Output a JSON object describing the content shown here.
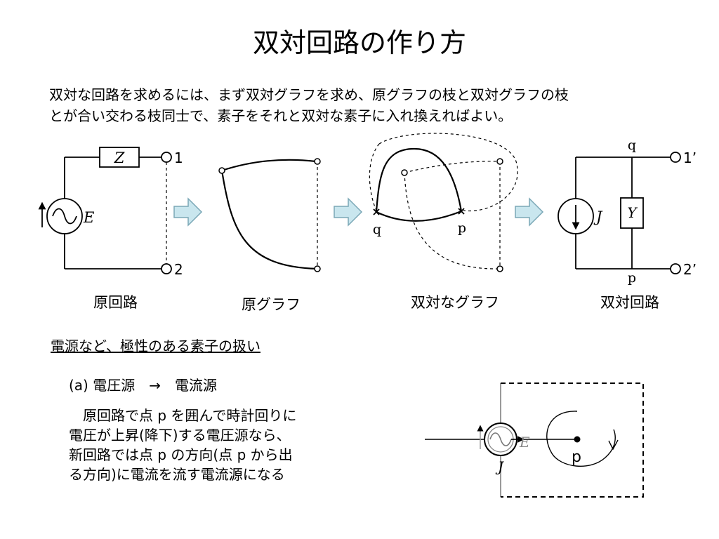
{
  "title": "双対回路の作り方",
  "intro": {
    "line1": "双対な回路を求めるには、まず双対グラフを求め、原グラフの枝と双対グラフの枝",
    "line2": "とが合い交わる枝同士で、素子をそれと双対な素子に入れ換えればよい。"
  },
  "circuit": {
    "impedance": "Z",
    "source": "E",
    "node1": "1",
    "node2": "2",
    "caption": "原回路"
  },
  "graph": {
    "caption": "原グラフ"
  },
  "dual_graph": {
    "node_q": "q",
    "node_p": "p",
    "caption": "双対なグラフ"
  },
  "dual_circuit": {
    "top_node": "q",
    "bottom_node": "p",
    "admittance": "Y",
    "source": "J",
    "node1": "1’",
    "node2": "2’",
    "caption": "双対回路"
  },
  "section": {
    "heading": "電源など、極性のある素子の扱い",
    "case_label": "(a) 電圧源　→　電流源",
    "explanation": [
      "　原回路で点 p を囲んで時計回りに",
      "電圧が上昇(降下)する電圧源なら、",
      "新回路では点 p の方向(点 p から出",
      "る方向)に電流を流す電流源になる"
    ]
  },
  "bottom_diagram": {
    "source_e": "E",
    "source_j": "J",
    "point": "p"
  }
}
